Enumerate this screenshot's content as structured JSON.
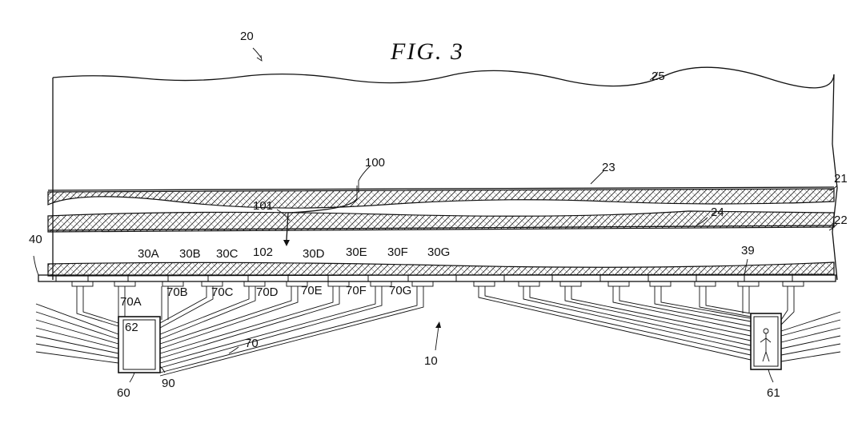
{
  "title": "FIG.  3",
  "labels": {
    "l20": "20",
    "l25": "25",
    "l100": "100",
    "l23": "23",
    "l21": "21",
    "l101": "101",
    "l24": "24",
    "l22": "22",
    "l40": "40",
    "l30A": "30A",
    "l30B": "30B",
    "l30C": "30C",
    "l102": "102",
    "l30D": "30D",
    "l30E": "30E",
    "l30F": "30F",
    "l30G": "30G",
    "l39": "39",
    "l70A": "70A",
    "l70B": "70B",
    "l70C": "70C",
    "l70D": "70D",
    "l70E": "70E",
    "l70F": "70F",
    "l70G": "70G",
    "l62": "62",
    "l10": "10",
    "l70": "70",
    "l60": "60",
    "l90": "90",
    "l61": "61"
  },
  "colors": {
    "ink": "#111111",
    "paper": "#ffffff"
  }
}
